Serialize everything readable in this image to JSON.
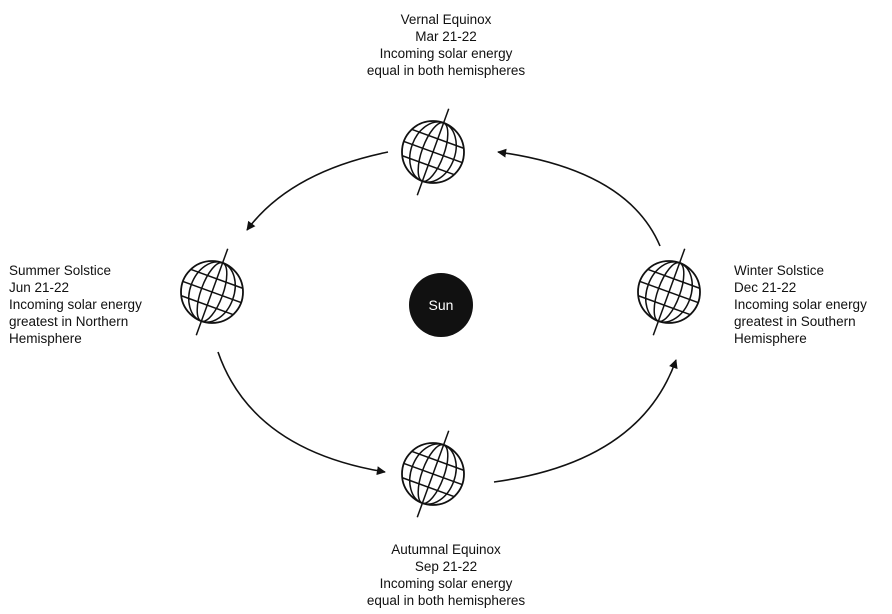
{
  "sun": {
    "label": "Sun"
  },
  "positions": {
    "vernal": {
      "lines": [
        "Vernal Equinox",
        "Mar 21-22",
        "Incoming solar energy",
        "equal in both hemispheres"
      ]
    },
    "summer": {
      "lines": [
        "Summer Solstice",
        "Jun 21-22",
        "Incoming solar energy",
        "greatest in Northern",
        "Hemisphere"
      ]
    },
    "winter": {
      "lines": [
        "Winter Solstice",
        "Dec 21-22",
        "Incoming solar energy",
        "greatest in Southern",
        "Hemisphere"
      ]
    },
    "autumnal": {
      "lines": [
        "Autumnal Equinox",
        "Sep 21-22",
        "Incoming solar energy",
        "equal in both hemispheres"
      ]
    }
  }
}
